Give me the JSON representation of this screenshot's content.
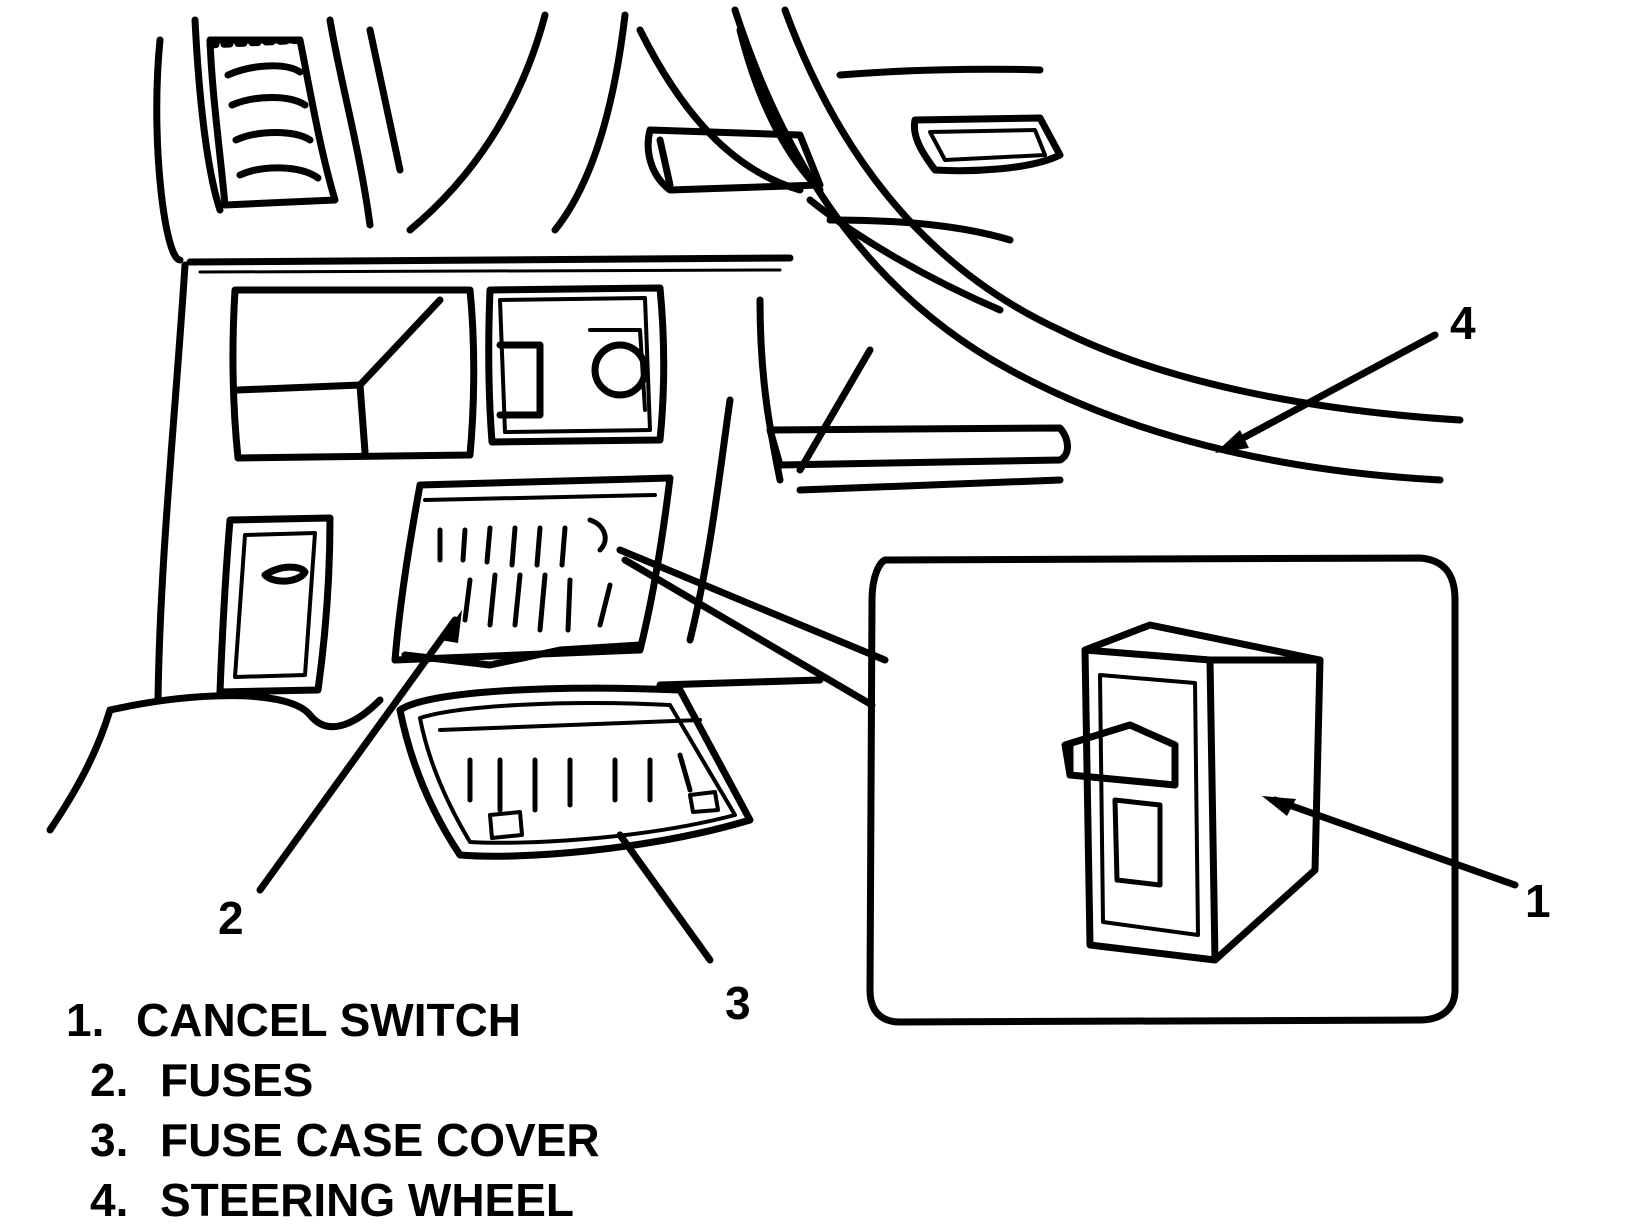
{
  "callouts": {
    "c1": "1",
    "c2": "2",
    "c3": "3",
    "c4": "4"
  },
  "legend": [
    {
      "num": "1.",
      "label": "CANCEL SWITCH"
    },
    {
      "num": "2.",
      "label": "FUSES"
    },
    {
      "num": "3.",
      "label": "FUSE CASE COVER"
    },
    {
      "num": "4.",
      "label": "STEERING WHEEL"
    }
  ],
  "colors": {
    "ink": "#000000",
    "paper": "#ffffff"
  }
}
